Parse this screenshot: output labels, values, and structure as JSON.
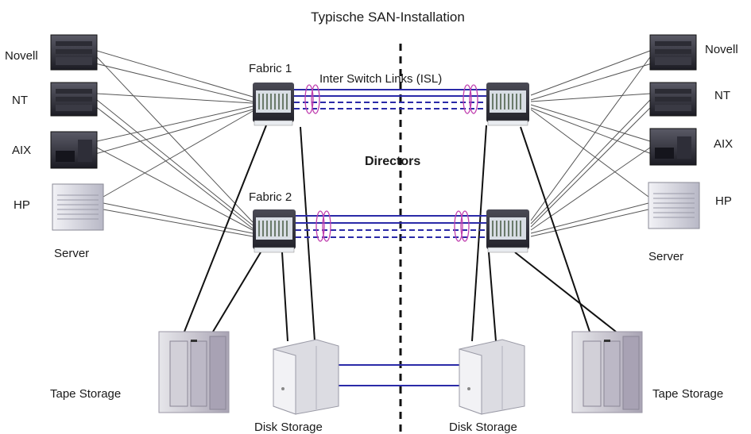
{
  "title": "Typische SAN-Installation",
  "fabric1_label": "Fabric 1",
  "fabric2_label": "Fabric 2",
  "isl_label": "Inter Switch Links (ISL)",
  "directors_label": "Directors",
  "server_label_left": "Server",
  "server_label_right": "Server",
  "servers_left": [
    "Novell",
    "NT",
    "AIX",
    "HP"
  ],
  "servers_right": [
    "Novell",
    "NT",
    "AIX",
    "HP"
  ],
  "tape_left_label": "Tape Storage",
  "tape_right_label": "Tape Storage",
  "disk_left_label": "Disk Storage",
  "disk_right_label": "Disk Storage",
  "colors": {
    "link_blue": "#2a2aa8",
    "isl_ring": "#c040b0",
    "cable": "#111111",
    "thin_cable": "#555555"
  }
}
